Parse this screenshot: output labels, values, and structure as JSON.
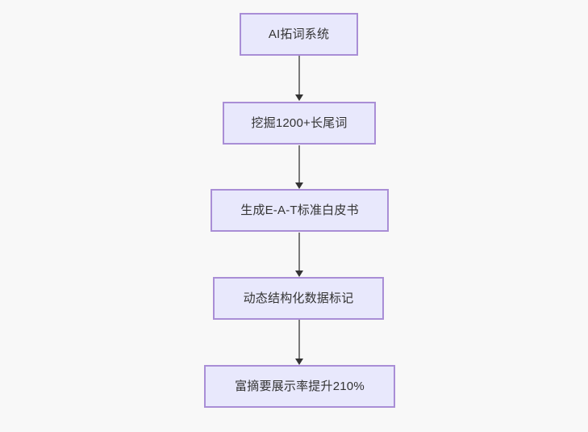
{
  "diagram": {
    "type": "flowchart",
    "orientation": "top-to-bottom",
    "background_color": "#f8f8f8",
    "node_fill_color": "#e8e8fc",
    "node_border_color": "#a98ed6",
    "node_text_color": "#333333",
    "connector_color": "#7a7a7a",
    "arrowhead_color": "#333333",
    "nodes": [
      {
        "id": "n0",
        "label": "AI拓词系统"
      },
      {
        "id": "n1",
        "label": "挖掘1200+长尾词"
      },
      {
        "id": "n2",
        "label": "生成E-A-T标准白皮书"
      },
      {
        "id": "n3",
        "label": "动态结构化数据标记"
      },
      {
        "id": "n4",
        "label": "富摘要展示率提升210%"
      }
    ],
    "edges": [
      {
        "from": "n0",
        "to": "n1",
        "arrow": "down-arrow"
      },
      {
        "from": "n1",
        "to": "n2",
        "arrow": "down-arrow"
      },
      {
        "from": "n2",
        "to": "n3",
        "arrow": "down-arrow"
      },
      {
        "from": "n3",
        "to": "n4",
        "arrow": "down-arrow"
      }
    ]
  }
}
